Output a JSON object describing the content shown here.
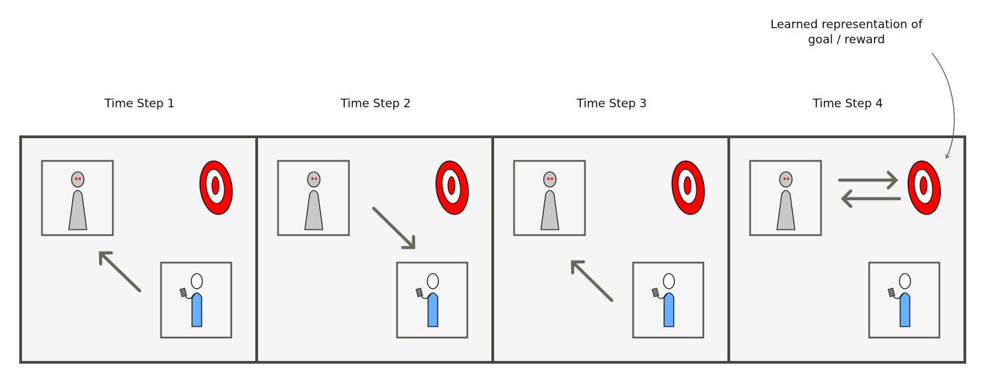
{
  "annotation": {
    "line1": "Learned representation of",
    "line2": "goal / reward"
  },
  "steps": [
    {
      "label": "Time Step 1",
      "arrow": "human-to-robot"
    },
    {
      "label": "Time Step 2",
      "arrow": "robot-to-human"
    },
    {
      "label": "Time Step 3",
      "arrow": "human-to-robot"
    },
    {
      "label": "Time Step 4",
      "arrow": "robot-target-bidirectional"
    }
  ],
  "colors": {
    "frame": "#4a4640",
    "panel_bg": "#f5f5f5",
    "target_red": "#ff0000",
    "human_blue": "#66b0ff",
    "robot_gray": "#c8c8c8",
    "arrow": "#6b665c"
  }
}
